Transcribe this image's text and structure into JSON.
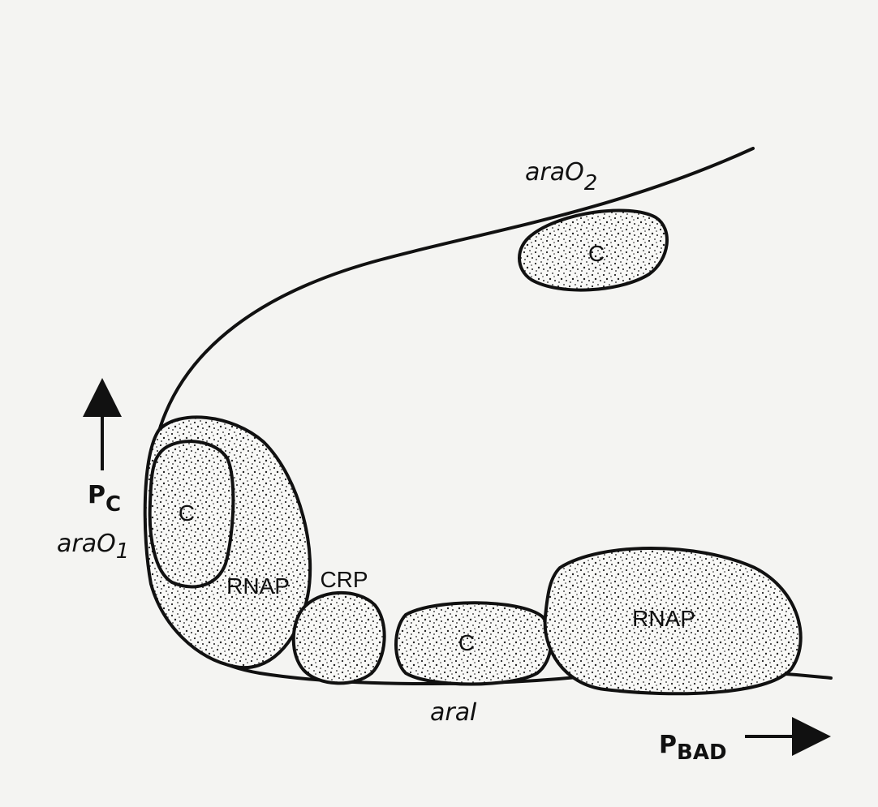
{
  "diagram": {
    "dna_labels": {
      "araO2": {
        "main": "araO",
        "sub": "2"
      },
      "araO1": {
        "main": "araO",
        "sub": "1"
      },
      "araI": "araI"
    },
    "promoters": {
      "pc": {
        "main": "P",
        "sub": "C"
      },
      "pbad": {
        "main": "P",
        "sub": "BAD"
      }
    },
    "proteins": {
      "araC_top": "C",
      "araC_left": "C",
      "rnap_left": "RNAP",
      "crp": "CRP",
      "araC_bottom": "C",
      "rnap_right": "RNAP"
    },
    "colors": {
      "ink": "#111111",
      "paper": "#f4f4f2"
    }
  }
}
